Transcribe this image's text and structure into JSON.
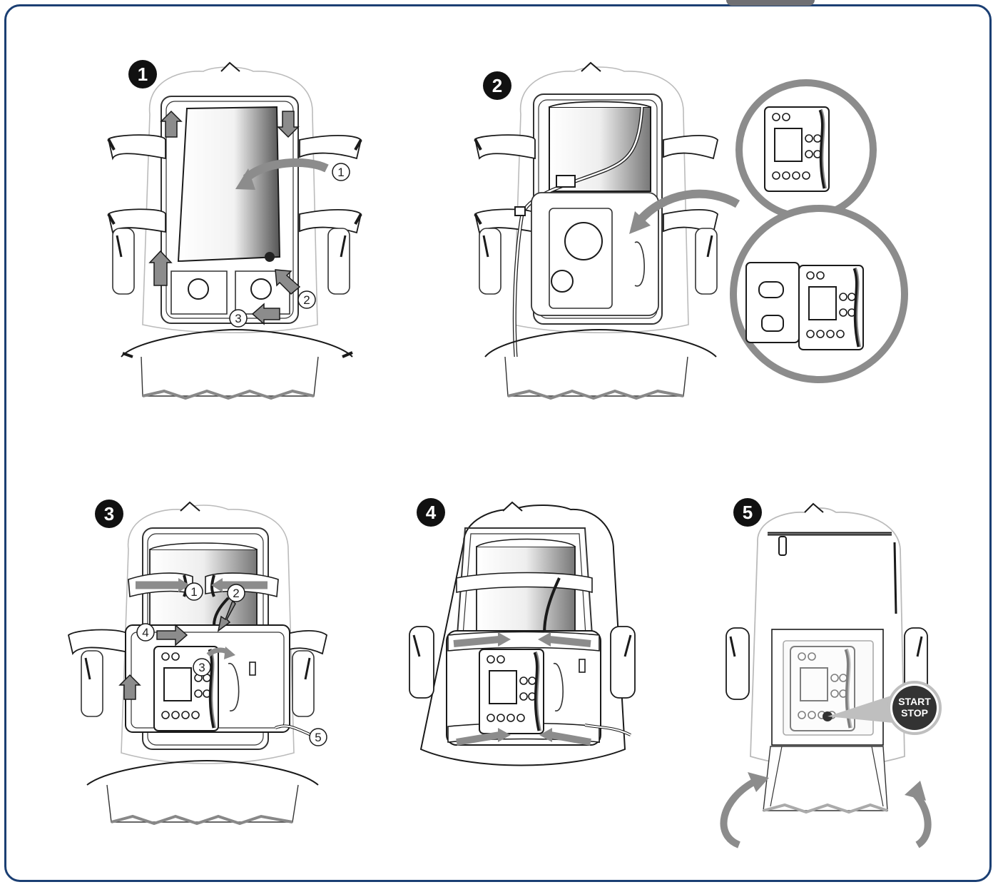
{
  "colors": {
    "frame": "#1b3f73",
    "line": "#1a1a1a",
    "arrow": "#8c8c8c",
    "tank_dark": "#555555",
    "white": "#ffffff"
  },
  "steps": [
    {
      "number": "1",
      "callouts": [
        "1",
        "2",
        "3"
      ]
    },
    {
      "number": "2",
      "callouts": []
    },
    {
      "number": "3",
      "callouts": [
        "1",
        "2",
        "3",
        "4",
        "5"
      ]
    },
    {
      "number": "4",
      "callouts": []
    },
    {
      "number": "5",
      "callouts": []
    }
  ],
  "start_stop": {
    "line1": "START",
    "line2": "STOP"
  }
}
